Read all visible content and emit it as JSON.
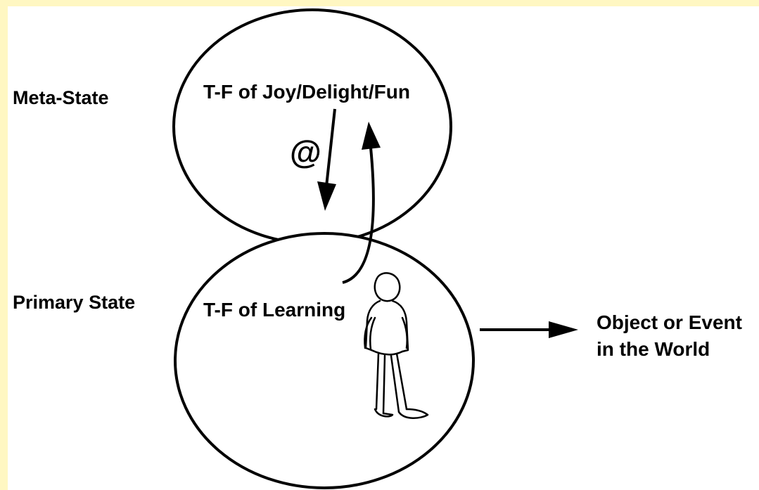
{
  "colors": {
    "background": "#ffffff",
    "border": "#fff7c2",
    "stroke": "#000000"
  },
  "labels": {
    "meta_state": "Meta-State",
    "primary_state": "Primary State",
    "meta_frame": "T-F of Joy/Delight/Fun",
    "primary_frame": "T-F of Learning",
    "at_symbol": "@",
    "object_line1": "Object or Event",
    "object_line2": "in the World"
  },
  "icons": {
    "person": "person-figure-icon"
  }
}
